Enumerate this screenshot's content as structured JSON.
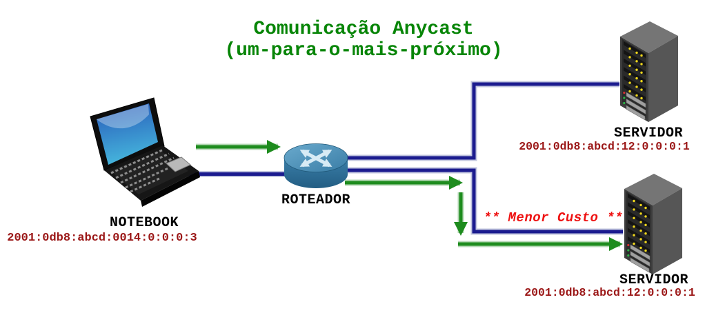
{
  "title": {
    "line1": "Comunicação Anycast",
    "line2": "(um-para-o-mais-próximo)"
  },
  "nodes": {
    "notebook": {
      "label": "NOTEBOOK",
      "ip": "2001:0db8:abcd:0014:0:0:0:3",
      "icon": "laptop-icon"
    },
    "router": {
      "label": "ROTEADOR",
      "icon": "router-icon"
    },
    "server_top": {
      "label": "SERVIDOR",
      "ip": "2001:0db8:abcd:12:0:0:0:1",
      "icon": "server-tower-icon"
    },
    "server_bottom": {
      "label": "SERVIDOR",
      "ip": "2001:0db8:abcd:12:0:0:0:1",
      "icon": "server-tower-icon"
    }
  },
  "annotations": {
    "best_path": "** Menor Custo **"
  },
  "colors": {
    "title_green": "#078507",
    "flow_arrow_green": "#1e8c1e",
    "link_blue": "#1b1b8f",
    "ip_text_dark_red": "#9b1717",
    "annotation_red": "#ee1111",
    "label_black": "#000000"
  }
}
